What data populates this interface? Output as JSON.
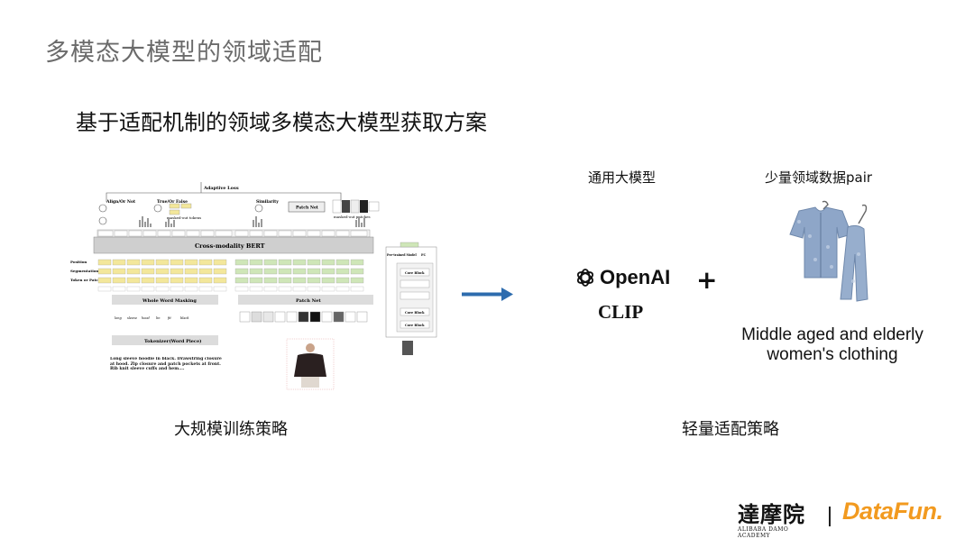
{
  "slide": {
    "title": "多模态大模型的领域适配",
    "subtitle": "基于适配机制的领域多模态大模型获取方案"
  },
  "left_panel": {
    "diagram": {
      "adaptive_loss": "Adaptive Loss",
      "align_or_not": "Align/Or Not",
      "true_or_false": "True/Or False",
      "similarity": "Similarity",
      "patch_net": "Patch Net",
      "masked_out_tokens": "masked-out tokens",
      "masked_out_patches": "masked-out patches",
      "cross_modality_bert": "Cross-modality BERT",
      "row_labels": [
        "Position",
        "Segmentation",
        "Token or Patch"
      ],
      "whole_word_masking": "Whole Word Masking",
      "patch_net_lower": "Patch Net",
      "tokenizer": "Tokenizer(Word Piece)",
      "words": [
        "long",
        "sleeve",
        "hood",
        "lin",
        "fit",
        "black"
      ],
      "description": "Long sleeve hoodie in black. Drawstring closure at hood. Zip closure and patch pockets at front. Rib knit sleeve cuffs and hem....",
      "side_top": "Pre-trained Model",
      "side_fc": "FC",
      "core_block": "Core Block"
    },
    "caption": "大规模训练策略"
  },
  "right_panel": {
    "label_model": "通用大模型",
    "label_data": "少量领域数据pair",
    "openai_text": "OpenAI",
    "clip_text": "CLIP",
    "plus": "+",
    "clothing_line1": "Middle aged and elderly",
    "clothing_line2": "women's clothing",
    "caption": "轻量适配策略"
  },
  "footer": {
    "damo_cn": "達摩院",
    "damo_en": "ALIBABA DAMO ACADEMY",
    "datafun": "DataFun."
  },
  "colors": {
    "arrow": "#2e6cae",
    "datafun_orange": "#f29a1f",
    "yellow_token": "#f3e79b",
    "green_token": "#cfe6b8",
    "clothing_blue": "#8ea6c8"
  }
}
